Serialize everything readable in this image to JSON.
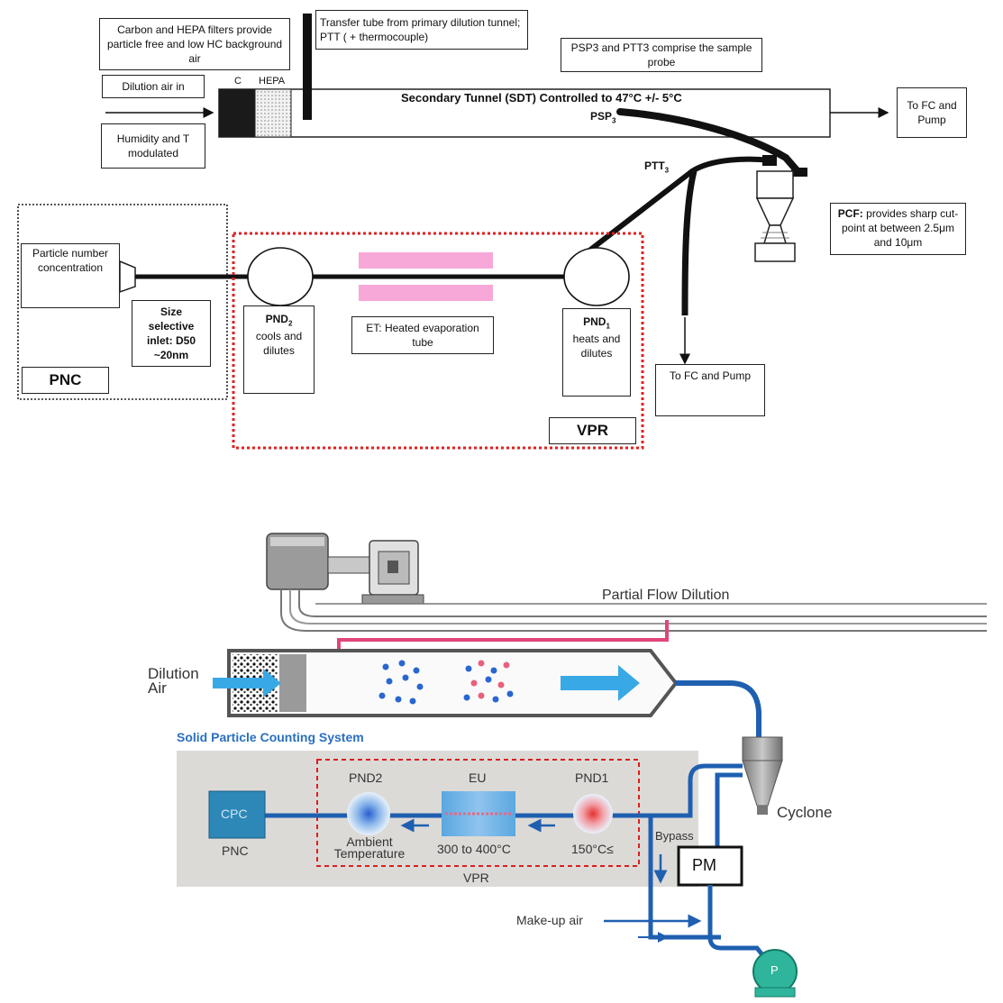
{
  "top": {
    "filters_note": "Carbon and HEPA filters provide particle free and low HC background air",
    "dilution_air_in": "Dilution air in",
    "humidity_note": "Humidity and T modulated",
    "filter_c": "C",
    "filter_hepa": "HEPA",
    "transfer_tube": "Transfer tube from primary dilution tunnel; PTT ( + thermocouple)",
    "probe_note": "PSP3 and PTT3 comprise the sample probe",
    "secondary_tunnel": "Secondary Tunnel (SDT) Controlled to 47°C +/- 5°C",
    "psp": "PSP",
    "psp_sub": "3",
    "ptt": "PTT",
    "ptt_sub": "3",
    "to_fc_pump_right": "To FC and Pump",
    "pcf_title": "PCF:",
    "pcf_note": "provides sharp cut-point at between 2.5μm and 10μm",
    "pnc_box": "Particle number concentration",
    "size_inlet": "Size selective inlet: D50 ~20nm",
    "pnc_label": "PNC",
    "pnd2_title": "PND",
    "pnd2_sub": "2",
    "pnd2_text": "cools and dilutes",
    "et_label": "ET: Heated evaporation tube",
    "pnd1_title": "PND",
    "pnd1_sub": "1",
    "pnd1_text": "heats and dilutes",
    "to_fc_pump_lower": "To FC and Pump",
    "vpr_label": "VPR"
  },
  "bottom": {
    "partial_flow": "Partial Flow Dilution",
    "dilution_air": "Dilution Air",
    "system_title": "Solid Particle Counting System",
    "pnd2": "PND2",
    "eu": "EU",
    "pnd1": "PND1",
    "cpc": "CPC",
    "pnc": "PNC",
    "ambient": "Ambient Temperature",
    "temp_range": "300 to 400°C",
    "temp_150": "150°C≤",
    "vpr": "VPR",
    "bypass": "Bypass",
    "pm": "PM",
    "cyclone": "Cyclone",
    "makeup_air": "Make-up air",
    "pump": "P"
  },
  "colors": {
    "blue": "#1f5fb0",
    "pink": "#e0457a",
    "red_dash": "#d81e1e",
    "gray_panel": "#dcdad7",
    "pink_tube": "#f6a8d4",
    "title_blue": "#2a6fbf",
    "arrow_cyan": "#39a9e6"
  }
}
